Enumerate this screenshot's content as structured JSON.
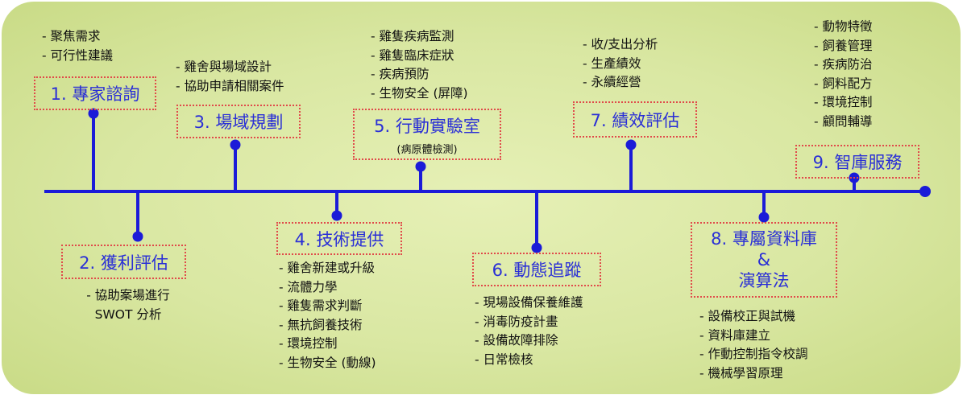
{
  "diagram": {
    "steps": [
      {
        "label": "1. 專家諮詢",
        "items": [
          "- 聚焦需求",
          "- 可行性建議"
        ]
      },
      {
        "label": "2. 獲利評估",
        "items": [
          "- 協助案場進行",
          "SWOT 分析"
        ]
      },
      {
        "label": "3. 場域規劃",
        "items": [
          "- 雞舍與場域設計",
          "- 協助申請相關案件"
        ]
      },
      {
        "label": "4. 技術提供",
        "items": [
          "- 雞舍新建或升級",
          "- 流體力學",
          "- 雞隻需求判斷",
          "- 無抗飼養技術",
          "- 環境控制",
          "- 生物安全 (動線)"
        ]
      },
      {
        "label": "5. 行動實驗室",
        "sub": "(病原體檢測)",
        "items": [
          "- 雞隻疾病監測",
          "- 雞隻臨床症狀",
          "- 疾病預防",
          "- 生物安全 (屏障)"
        ]
      },
      {
        "label": "6. 動態追蹤",
        "items": [
          "- 現場設備保養維護",
          "- 消毒防疫計畫",
          "- 設備故障排除",
          "- 日常檢核"
        ]
      },
      {
        "label": "7. 績效評估",
        "items": [
          "- 收/支出分析",
          "- 生產績效",
          "- 永續經營"
        ]
      },
      {
        "label_lines": [
          "8. 專屬資料庫",
          "&",
          "演算法"
        ],
        "items": [
          "- 設備校正與試機",
          "- 資料庫建立",
          "- 作動控制指令校調",
          "- 機械學習原理"
        ]
      },
      {
        "label": "9. 智庫服務",
        "items": [
          "- 動物特徵",
          "- 飼養管理",
          "- 疾病防治",
          "- 飼料配方",
          "- 環境控制",
          "- 顧問輔導"
        ]
      }
    ],
    "colors": {
      "line": "#1b1bd8",
      "box_border": "#e04a4a",
      "box_text": "#2a2fd6",
      "background": "#d9e7a2"
    }
  }
}
